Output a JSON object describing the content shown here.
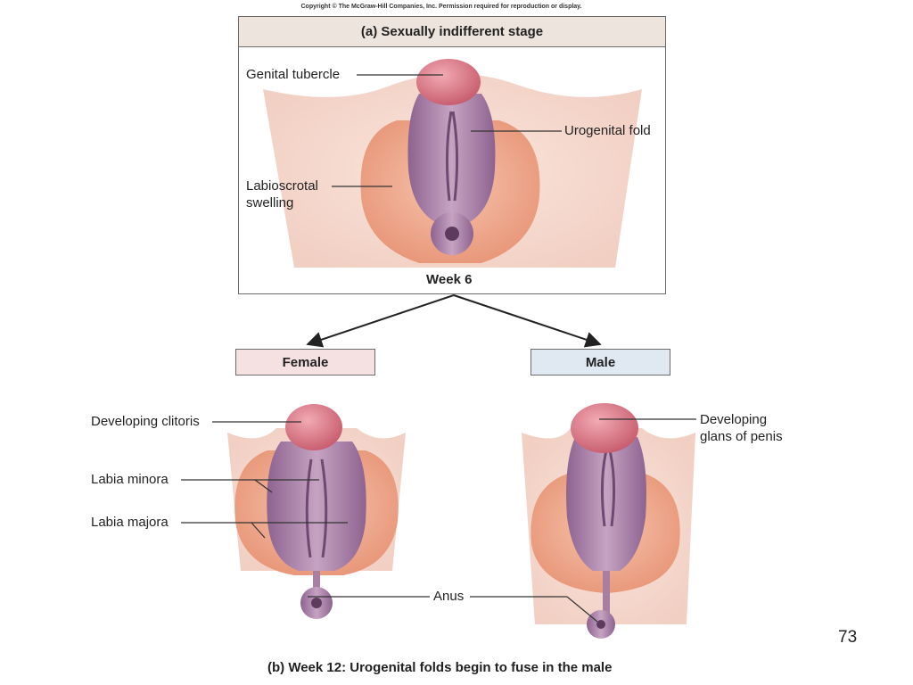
{
  "copyright": "Copyright © The McGraw-Hill Companies, Inc. Permission required for reproduction or display.",
  "panel_a": {
    "title": "(a) Sexually indifferent stage",
    "week": "Week 6",
    "labels": {
      "genital_tubercle": "Genital tubercle",
      "urogenital_fold": "Urogenital fold",
      "labioscrotal_1": "Labioscrotal",
      "labioscrotal_2": "swelling"
    }
  },
  "branches": {
    "female": "Female",
    "male": "Male"
  },
  "panel_b": {
    "labels": {
      "developing_clitoris": "Developing clitoris",
      "labia_minora": "Labia minora",
      "labia_majora": "Labia majora",
      "anus": "Anus",
      "glans_1": "Developing",
      "glans_2": "glans of penis"
    },
    "caption": "(b) Week 12: Urogenital folds begin to fuse in the male"
  },
  "page_number": "73",
  "colors": {
    "skin": "#f3d4c8",
    "swelling": "#eea98c",
    "fold": "#a97ea3",
    "tubercle": "#d97585",
    "line": "#333333",
    "female_box": "#f5e1e2",
    "male_box": "#e0e9f2",
    "header": "#ece4dd"
  }
}
